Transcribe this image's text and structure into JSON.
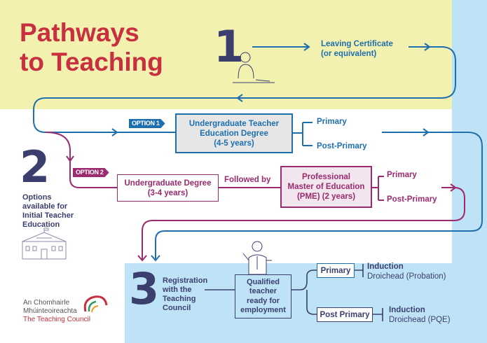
{
  "title": {
    "line1": "Pathways",
    "line2": "to Teaching"
  },
  "step1": {
    "number": "1",
    "label_line1": "Leaving Certificate",
    "label_line2": "(or equivalent)"
  },
  "step2": {
    "number": "2",
    "label": [
      "Options",
      "available for",
      "Initial Teacher",
      "Education"
    ]
  },
  "option1": {
    "tag": "OPTION 1",
    "box": [
      "Undergraduate Teacher",
      "Education Degree",
      "(4-5 years)"
    ],
    "branches": [
      "Primary",
      "Post-Primary"
    ]
  },
  "option2": {
    "tag": "OPTION 2",
    "box": [
      "Undergraduate Degree",
      "(3-4 years)"
    ],
    "connector": "Followed by",
    "pme": [
      "Professional",
      "Master of Education",
      "(PME) (2 years)"
    ],
    "branches": [
      "Primary",
      "Post-Primary"
    ]
  },
  "step3": {
    "number": "3",
    "label": [
      "Registration",
      "with the",
      "Teaching",
      "Council"
    ],
    "box": [
      "Qualified",
      "teacher",
      "ready for",
      "employment"
    ],
    "primary": {
      "label": "Primary",
      "induction": "Induction",
      "detail": "Droichead (Probation)"
    },
    "post_primary": {
      "label": "Post Primary",
      "induction": "Induction",
      "detail": "Droichead (PQE)"
    }
  },
  "logo": {
    "line1": "An Chomhairle",
    "line2": "Mhúinteoireachta",
    "line3": "The Teaching Council"
  },
  "colors": {
    "navy": "#3b3f6e",
    "blue": "#1e6fae",
    "magenta": "#9b2a6e",
    "red": "#c8303f",
    "yellow": "#f3f1b0",
    "lightblue": "#bfe3f6"
  }
}
